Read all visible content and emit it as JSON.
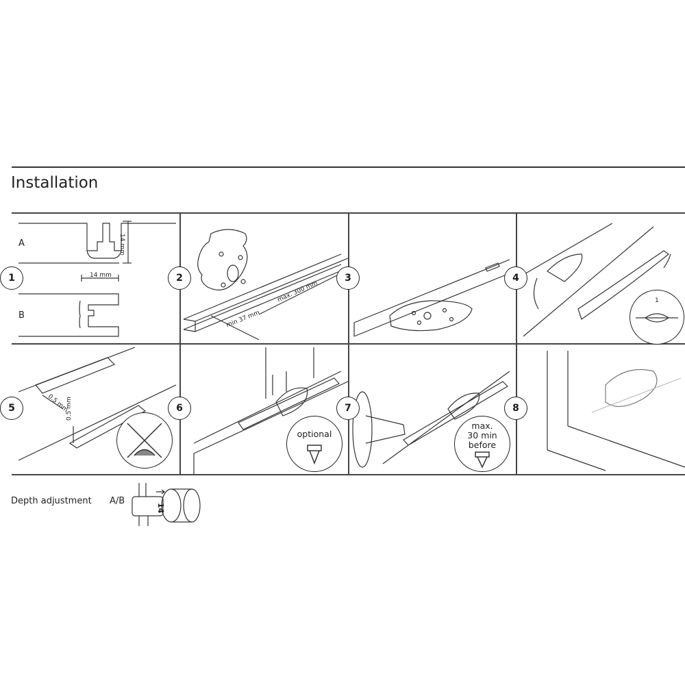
{
  "header": {
    "title": "Installation"
  },
  "steps": [
    {
      "number": "1"
    },
    {
      "number": "2"
    },
    {
      "number": "3"
    },
    {
      "number": "4"
    },
    {
      "number": "5"
    },
    {
      "number": "6"
    },
    {
      "number": "7"
    },
    {
      "number": "8"
    }
  ],
  "panel1": {
    "label_a": "A",
    "label_b": "B",
    "dim_height": "14 mm",
    "dim_width": "14 mm"
  },
  "panel2": {
    "dim_min": "min 37 mm",
    "dim_max": "max. 300 mm"
  },
  "panel4": {
    "inset_label": "1"
  },
  "panel5": {
    "dim_a": "0.5 mm",
    "dim_b": "0.5 mm"
  },
  "panel6": {
    "bubble_text": "optional"
  },
  "panel7": {
    "bubble_line1": "max.",
    "bubble_line2": "30 min",
    "bubble_line3": "before"
  },
  "footer": {
    "depth_label": "Depth adjustment",
    "ab_label": "A/B",
    "dial_number": "14"
  },
  "colors": {
    "line": "#333333",
    "background": "#ffffff"
  }
}
